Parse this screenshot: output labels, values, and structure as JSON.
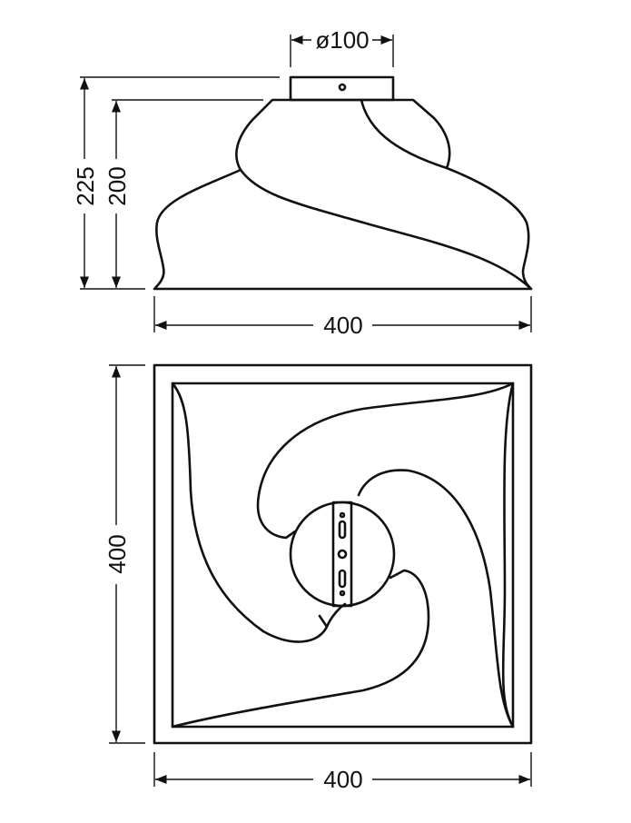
{
  "drawing": {
    "side_view": {
      "mount_diameter": "ø100",
      "total_height": "225",
      "shade_height": "200",
      "width": "400"
    },
    "top_view": {
      "depth": "400",
      "width": "400"
    },
    "line_color": "#111111"
  }
}
